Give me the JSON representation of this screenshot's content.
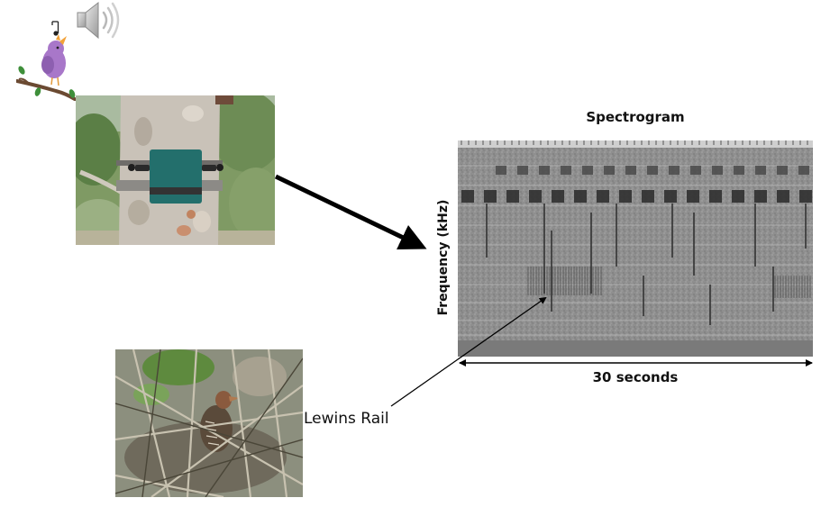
{
  "spectrogram": {
    "title": "Spectrogram",
    "y_axis_label": "Frequency (kHz)",
    "x_axis_label": "30 seconds"
  },
  "annotation": {
    "species_label": "Lewins Rail"
  },
  "icons": {
    "speaker": "speaker-icon",
    "bird": "singing-bird-icon"
  },
  "colors": {
    "bird_purple": "#a877c9",
    "spectrogram_gray": "#8f8f8f",
    "device_teal": "#236f6c"
  }
}
